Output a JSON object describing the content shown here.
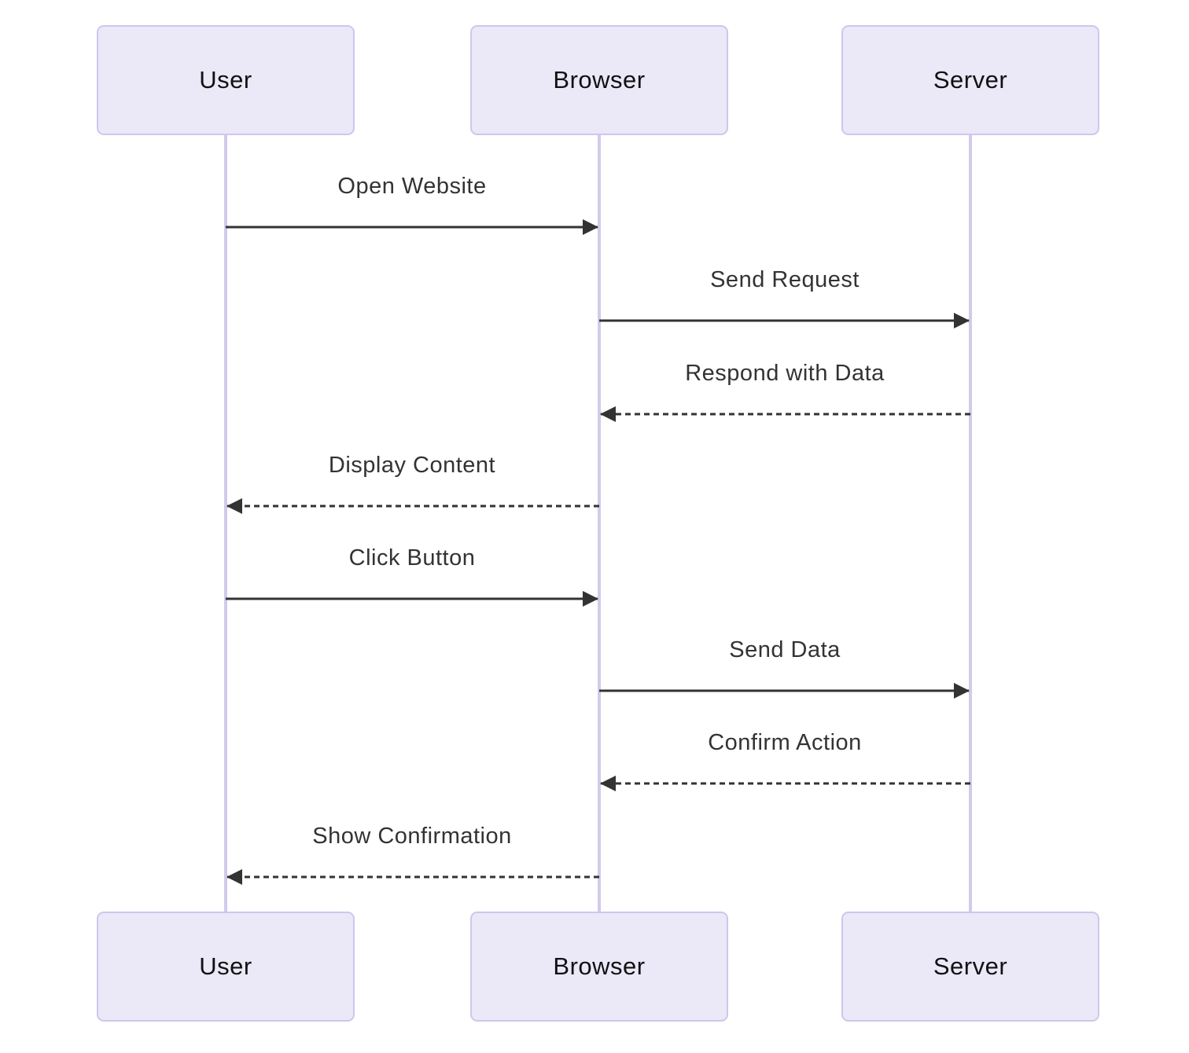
{
  "diagram": {
    "type": "sequence-diagram",
    "actors": [
      {
        "id": "user",
        "label": "User"
      },
      {
        "id": "browser",
        "label": "Browser"
      },
      {
        "id": "server",
        "label": "Server"
      }
    ],
    "messages": [
      {
        "from": "User",
        "to": "Browser",
        "label": "Open Website",
        "line_style": "solid",
        "arrow": "filled"
      },
      {
        "from": "Browser",
        "to": "Server",
        "label": "Send Request",
        "line_style": "solid",
        "arrow": "filled"
      },
      {
        "from": "Server",
        "to": "Browser",
        "label": "Respond with Data",
        "line_style": "dashed",
        "arrow": "filled"
      },
      {
        "from": "Browser",
        "to": "User",
        "label": "Display Content",
        "line_style": "dashed",
        "arrow": "filled"
      },
      {
        "from": "User",
        "to": "Browser",
        "label": "Click Button",
        "line_style": "solid",
        "arrow": "filled"
      },
      {
        "from": "Browser",
        "to": "Server",
        "label": "Send Data",
        "line_style": "solid",
        "arrow": "filled"
      },
      {
        "from": "Server",
        "to": "Browser",
        "label": "Confirm Action",
        "line_style": "dashed",
        "arrow": "filled"
      },
      {
        "from": "Browser",
        "to": "User",
        "label": "Show Confirmation",
        "line_style": "dashed",
        "arrow": "filled"
      }
    ],
    "colors": {
      "background": "#ffffff",
      "actor_fill": "#EBE8F8",
      "actor_border": "#D0C6EC",
      "actor_text": "#111111",
      "lifeline": "#D3CAEA",
      "message_text": "#333333",
      "arrow": "#333333"
    }
  }
}
